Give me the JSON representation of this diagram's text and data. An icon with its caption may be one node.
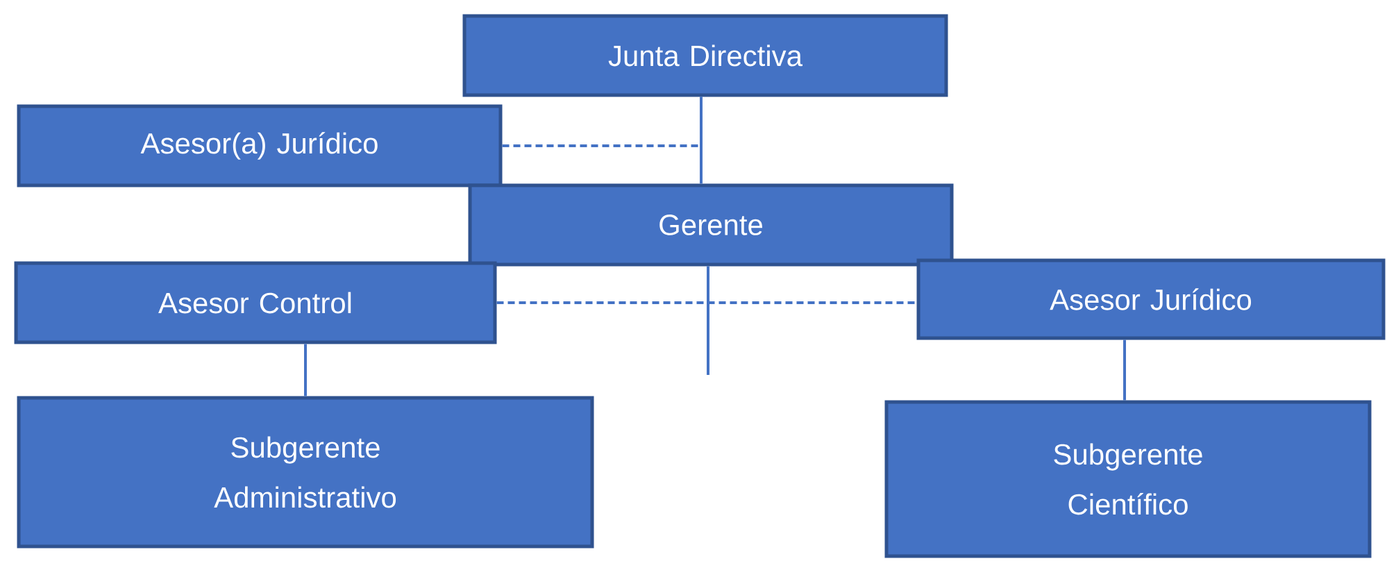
{
  "diagram": {
    "nodes": [
      {
        "text": [
          "Junta Directiva"
        ]
      },
      {
        "text": [
          "Asesor(a) Jurídico"
        ]
      },
      {
        "text": [
          "Gerente"
        ]
      },
      {
        "text": [
          "Asesor Control"
        ]
      },
      {
        "text": [
          "Asesor Jurídico"
        ]
      },
      {
        "text": [
          "Subgerente Administrativo"
        ]
      },
      {
        "text": [
          "Subgerente Científico"
        ]
      }
    ],
    "edges": [
      {
        "from": 0,
        "to": 2,
        "arrow": "none"
      },
      {
        "from": 1,
        "to": 0,
        "arrow": "none",
        "style": "dashed"
      },
      {
        "from": 3,
        "to": 4,
        "arrow": "none",
        "style": "dashed"
      },
      {
        "from": 2,
        "to": null,
        "arrow": "none"
      },
      {
        "from": 3,
        "to": 5,
        "arrow": "none"
      },
      {
        "from": 4,
        "to": 6,
        "arrow": "none"
      }
    ]
  }
}
